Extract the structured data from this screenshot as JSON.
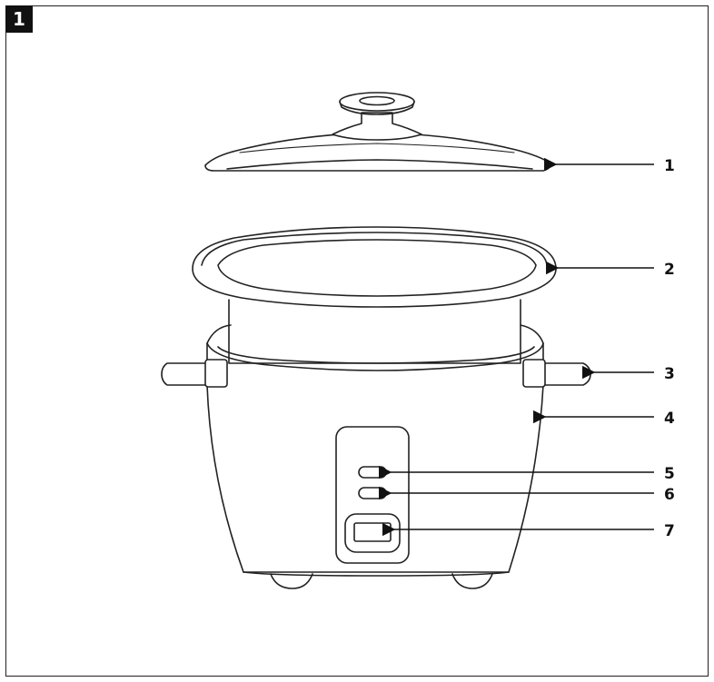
{
  "figure_number": "1",
  "callouts": [
    {
      "id": "1",
      "label": "1"
    },
    {
      "id": "2",
      "label": "2"
    },
    {
      "id": "3",
      "label": "3"
    },
    {
      "id": "4",
      "label": "4"
    },
    {
      "id": "5",
      "label": "5"
    },
    {
      "id": "6",
      "label": "6"
    },
    {
      "id": "7",
      "label": "7"
    }
  ]
}
